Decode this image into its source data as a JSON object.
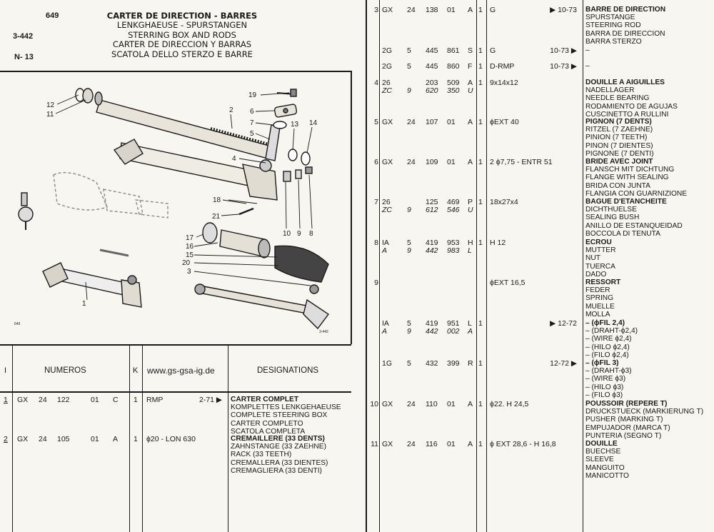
{
  "header": {
    "page_no": "649",
    "ref": "3-442",
    "n": "N- 13",
    "titles": [
      "CARTER DE DIRECTION - BARRES",
      "LENKGHAEUSE - SPURSTANGEN",
      "STERRING BOX AND RODS",
      "CARTER DE DIRECCION Y BARRAS",
      "SCATOLA DELLO STERZO E BARRE"
    ]
  },
  "diagram": {
    "labels": [
      "1",
      "2",
      "3",
      "4",
      "5",
      "6",
      "7",
      "8",
      "9",
      "10",
      "11",
      "12",
      "13",
      "14",
      "15",
      "16",
      "17",
      "18",
      "19",
      "20",
      "21"
    ],
    "small_left": "649",
    "small_right": "3-442"
  },
  "table_header": {
    "col_i": "I",
    "numeros": "NUMEROS",
    "col_k": "K",
    "website": "www.gs-gsa-ig.de",
    "designations": "DESIGNATIONS"
  },
  "rows_left": [
    {
      "item": "1",
      "a": "GX",
      "b": "24",
      "c": "122",
      "d": "01",
      "e": "C",
      "k": "1",
      "spec": "RMP",
      "date": "2-71 ▶",
      "desig": [
        "CARTER COMPLET",
        "KOMPLETTES LENKGEHAEUSE",
        "COMPLETE STEERING BOX",
        "CARTER COMPLETO",
        "SCATOLA COMPLETA"
      ]
    },
    {
      "item": "2",
      "a": "GX",
      "b": "24",
      "c": "105",
      "d": "01",
      "e": "A",
      "k": "1",
      "spec": "ϕ20 - LON 630",
      "date": "",
      "desig": [
        "CREMAILLERE (33 DENTS)",
        "ZAHNSTANGE (33 ZAEHNE)",
        "RACK (33 TEETH)",
        "CREMALLERA (33 DIENTES)",
        "CREMAGLIERA (33 DENTI)"
      ]
    }
  ],
  "rows_right": [
    {
      "item": "3",
      "a": "GX",
      "b": "24",
      "c": "138",
      "d": "01",
      "e": "A",
      "k": "1",
      "spec": "G",
      "date": "▶ 10-73",
      "desig": [
        "BARRE DE DIRECTION",
        "SPURSTANGE",
        "STEERING ROD",
        "BARRA DE DIRECCION",
        "BARRA STERZO"
      ]
    },
    {
      "item": "",
      "a": "2G",
      "b": "5",
      "c": "445",
      "d": "861",
      "e": "S",
      "k": "1",
      "spec": "G",
      "date": "10-73 ▶",
      "desig": [
        "–"
      ]
    },
    {
      "item": "",
      "a": "2G",
      "b": "5",
      "c": "445",
      "d": "860",
      "e": "F",
      "k": "1",
      "spec": "D-RMP",
      "date": "10-73 ▶",
      "desig": [
        "–"
      ]
    },
    {
      "item": "4",
      "a": "26",
      "b": "",
      "c": "203",
      "d": "509",
      "e": "A",
      "k": "1",
      "spec": "9x14x12",
      "date": "",
      "a2": "ZC",
      "b2": "9",
      "c2": "620",
      "d2": "350",
      "e2": "U",
      "desig": [
        "DOUILLE A AIGUILLES",
        "NADELLAGER",
        "NEEDLE BEARING",
        "RODAMIENTO DE AGUJAS",
        "CUSCINETTO A RULLINI"
      ]
    },
    {
      "item": "5",
      "a": "GX",
      "b": "24",
      "c": "107",
      "d": "01",
      "e": "A",
      "k": "1",
      "spec": "ϕEXT 40",
      "date": "",
      "desig": [
        "PIGNON (7 DENTS)",
        "RITZEL (7 ZAEHNE)",
        "PINION (7 TEETH)",
        "PINON (7 DIENTES)",
        "PIGNONE (7 DENTI)"
      ]
    },
    {
      "item": "6",
      "a": "GX",
      "b": "24",
      "c": "109",
      "d": "01",
      "e": "A",
      "k": "1",
      "spec": "2 ϕ7,75 - ENTR 51",
      "date": "",
      "desig": [
        "BRIDE AVEC JOINT",
        "FLANSCH MIT DICHTUNG",
        "FLANGE WITH SEALING",
        "BRIDA CON JUNTA",
        "FLANGIA CON GUARNIZIONE"
      ]
    },
    {
      "item": "7",
      "a": "26",
      "b": "",
      "c": "125",
      "d": "469",
      "e": "P",
      "k": "1",
      "spec": "18x27x4",
      "date": "",
      "a2": "ZC",
      "b2": "9",
      "c2": "612",
      "d2": "546",
      "e2": "U",
      "desig": [
        "BAGUE D'ETANCHEITE",
        "DICHTHUELSE",
        "SEALING BUSH",
        "ANILLO DE ESTANQUEIDAD",
        "BOCCOLA DI TENUTA"
      ]
    },
    {
      "item": "8",
      "a": "IA",
      "b": "5",
      "c": "419",
      "d": "953",
      "e": "H",
      "k": "1",
      "spec": "H 12",
      "date": "",
      "a2": "A",
      "b2": "9",
      "c2": "442",
      "d2": "983",
      "e2": "L",
      "desig": [
        "ECROU",
        "MUTTER",
        "NUT",
        "TUERCA",
        "DADO"
      ]
    },
    {
      "item": "9",
      "a": "",
      "b": "",
      "c": "",
      "d": "",
      "e": "",
      "k": "",
      "spec": "ϕEXT 16,5",
      "date": "",
      "desig": [
        "RESSORT",
        "FEDER",
        "SPRING",
        "MUELLE",
        "MOLLA"
      ]
    },
    {
      "item": "",
      "a": "IA",
      "b": "5",
      "c": "419",
      "d": "951",
      "e": "L",
      "k": "1",
      "spec": "",
      "date": "▶ 12-72",
      "a2": "A",
      "b2": "9",
      "c2": "442",
      "d2": "002",
      "e2": "A",
      "desig": [
        "– (ϕFIL 2,4)",
        "– (DRAHT-ϕ2,4)",
        "– (WIRE ϕ2,4)",
        "– (HILO ϕ2,4)",
        "– (FILO ϕ2,4)"
      ]
    },
    {
      "item": "",
      "a": "1G",
      "b": "5",
      "c": "432",
      "d": "399",
      "e": "R",
      "k": "1",
      "spec": "",
      "date": "12-72 ▶",
      "desig": [
        "– (ϕFIL 3)",
        "– (DRAHT-ϕ3)",
        "– (WIRE ϕ3)",
        "– (HILO ϕ3)",
        "– (FILO ϕ3)"
      ]
    },
    {
      "item": "10",
      "a": "GX",
      "b": "24",
      "c": "110",
      "d": "01",
      "e": "A",
      "k": "1",
      "spec": "ϕ22. H 24,5",
      "date": "",
      "desig": [
        "POUSSOIR (REPERE T)",
        "DRUCKSTUECK (MARKIERUNG T)",
        "PUSHER (MARKING T)",
        "EMPUJADOR (MARCA T)",
        "PUNTERIA (SEGNO T)"
      ]
    },
    {
      "item": "11",
      "a": "GX",
      "b": "24",
      "c": "116",
      "d": "01",
      "e": "A",
      "k": "1",
      "spec": "ϕ EXT 28,6 - H 16,8",
      "date": "",
      "desig": [
        "DOUILLE",
        "BUECHSE",
        "SLEEVE",
        "MANGUITO",
        "MANICOTTO"
      ]
    }
  ]
}
